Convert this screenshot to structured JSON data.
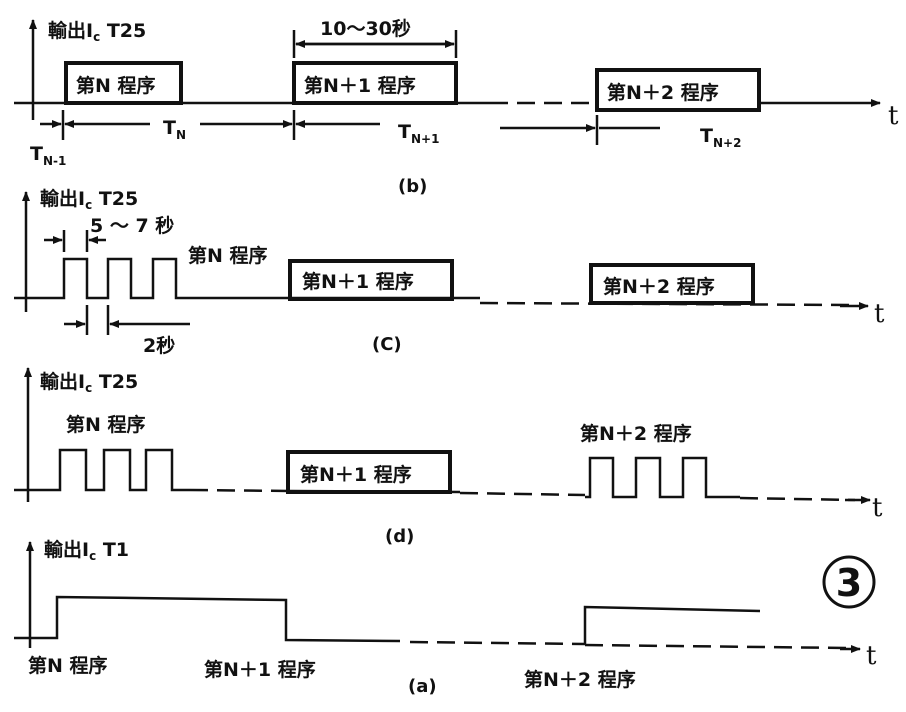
{
  "figure_number": "③",
  "axis_label": "t",
  "panel_b": {
    "caption": "(b)",
    "ylabel": "輸出I",
    "ylabel_sub": "c",
    "ylabel_tail": " T25",
    "interval_label": "10～30秒",
    "boxes": [
      "第N 程序",
      "第N＋1 程序",
      "第N＋2 程序"
    ],
    "periods": [
      {
        "main": "T",
        "sub": "N-1"
      },
      {
        "main": "T",
        "sub": "N"
      },
      {
        "main": "T",
        "sub": "N+1"
      },
      {
        "main": "T",
        "sub": "N+2"
      }
    ]
  },
  "panel_c": {
    "caption": "(C)",
    "ylabel": "輸出I",
    "ylabel_sub": "c",
    "ylabel_tail": " T25",
    "pulse_label": "5 ～ 7 秒",
    "gap_label": "2秒",
    "labels": [
      "第N 程序",
      "第N＋1 程序",
      "第N＋2 程序"
    ]
  },
  "panel_d": {
    "caption": "(d)",
    "ylabel": "輸出I",
    "ylabel_sub": "c",
    "ylabel_tail": " T25",
    "labels": [
      "第N 程序",
      "第N＋1 程序",
      "第N＋2 程序"
    ]
  },
  "panel_a": {
    "caption": "(a)",
    "ylabel": "輸出I",
    "ylabel_sub": "c",
    "ylabel_tail": " T1",
    "labels": [
      "第N 程序",
      "第N＋1 程序",
      "第N＋2 程序"
    ]
  }
}
